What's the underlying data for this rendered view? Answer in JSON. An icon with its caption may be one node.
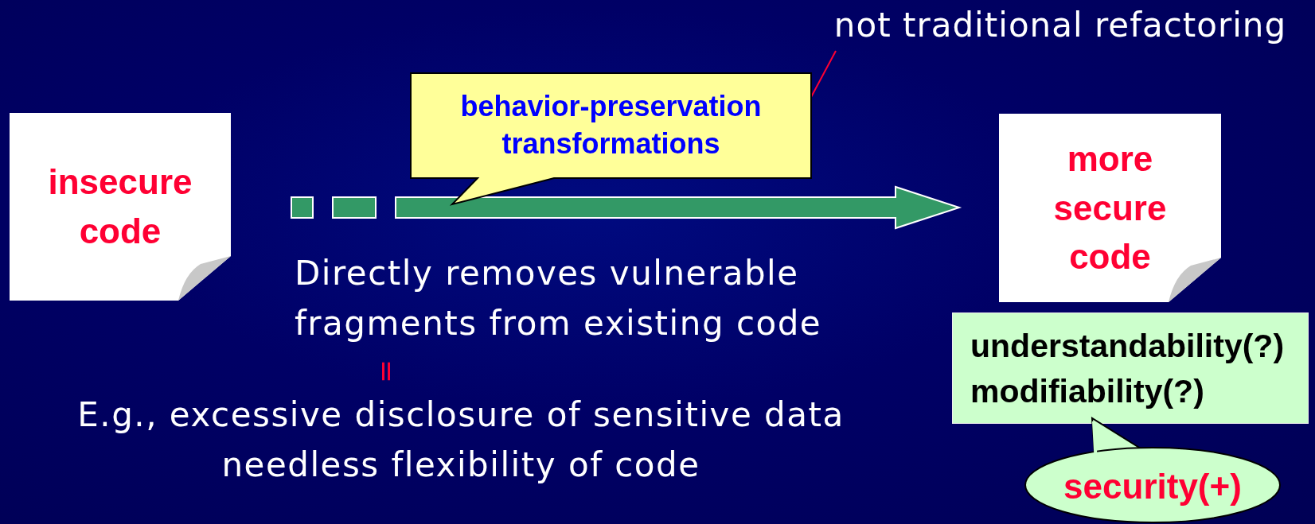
{
  "diagram": {
    "nodes": [
      {
        "text": [
          "insecure code"
        ]
      },
      {
        "text": [
          "behavior-preservation transformations"
        ]
      },
      {
        "text": [
          "more secure code"
        ]
      },
      {
        "text": [
          "understandability(?)",
          "modifiability(?)"
        ]
      },
      {
        "text": [
          "security(+)"
        ]
      },
      {
        "text": [
          "not traditional refactoring"
        ]
      }
    ],
    "edges": [
      {
        "from": 0,
        "to": 2,
        "arrow": "to",
        "style": "thick",
        "color": "#339966"
      },
      {
        "from": 5,
        "to": 1,
        "arrow": "none",
        "color": "#ff0033"
      }
    ],
    "labels": [
      "Directly removes vulnerable fragments from existing code",
      "=",
      "E.g., excessive disclosure of sensitive data needless flexibility of code"
    ]
  }
}
